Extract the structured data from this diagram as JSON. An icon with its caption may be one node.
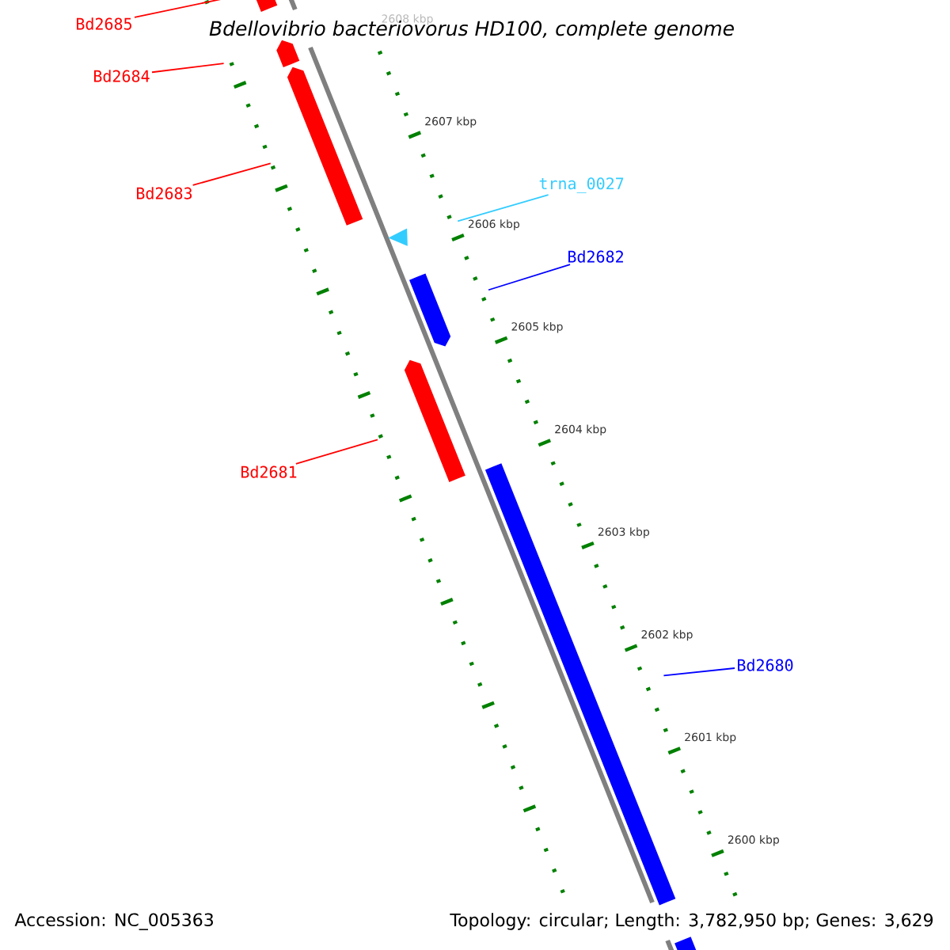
{
  "diagram": {
    "title": "Bdellovibrio bacteriovorus HD100, complete genome",
    "nodes": [
      {
        "text": [
          "Bd2685"
        ]
      },
      {
        "text": [
          "Bd2684"
        ]
      },
      {
        "text": [
          "Bd2683"
        ]
      },
      {
        "text": [
          "trna_0027"
        ]
      },
      {
        "text": [
          "Bd2682"
        ]
      },
      {
        "text": [
          "Bd2681"
        ]
      },
      {
        "text": [
          "Bd2680"
        ]
      },
      {
        "text": [],
        "shape": "bar"
      },
      {
        "text": [],
        "shape": "bar"
      },
      {
        "text": [],
        "shape": "bar"
      },
      {
        "text": [],
        "shape": "triangle"
      },
      {
        "text": [],
        "shape": "bar"
      },
      {
        "text": [],
        "shape": "bar"
      },
      {
        "text": [],
        "shape": "bar"
      }
    ],
    "edges": [
      {
        "from": 0,
        "to": 7,
        "arrow": "none"
      },
      {
        "from": 1,
        "to": 8,
        "arrow": "none"
      },
      {
        "from": 2,
        "to": 9,
        "arrow": "none"
      },
      {
        "from": 3,
        "to": 10,
        "arrow": "none",
        "color": "#33ccff"
      },
      {
        "from": 4,
        "to": 11,
        "arrow": "none",
        "color": "#0000ff"
      },
      {
        "from": 5,
        "to": 12,
        "arrow": "none"
      },
      {
        "from": 6,
        "to": 13,
        "arrow": "none",
        "color": "#0000ff"
      }
    ],
    "labels": [
      "2608 kbp",
      "2607 kbp",
      "2606 kbp",
      "2605 kbp",
      "2604 kbp",
      "2603 kbp",
      "2602 kbp",
      "2601 kbp",
      "2600 kbp",
      "Accession: NC_005363",
      "Topology: circular; Length: 3,782,950 bp; Genes: 3,629"
    ]
  }
}
